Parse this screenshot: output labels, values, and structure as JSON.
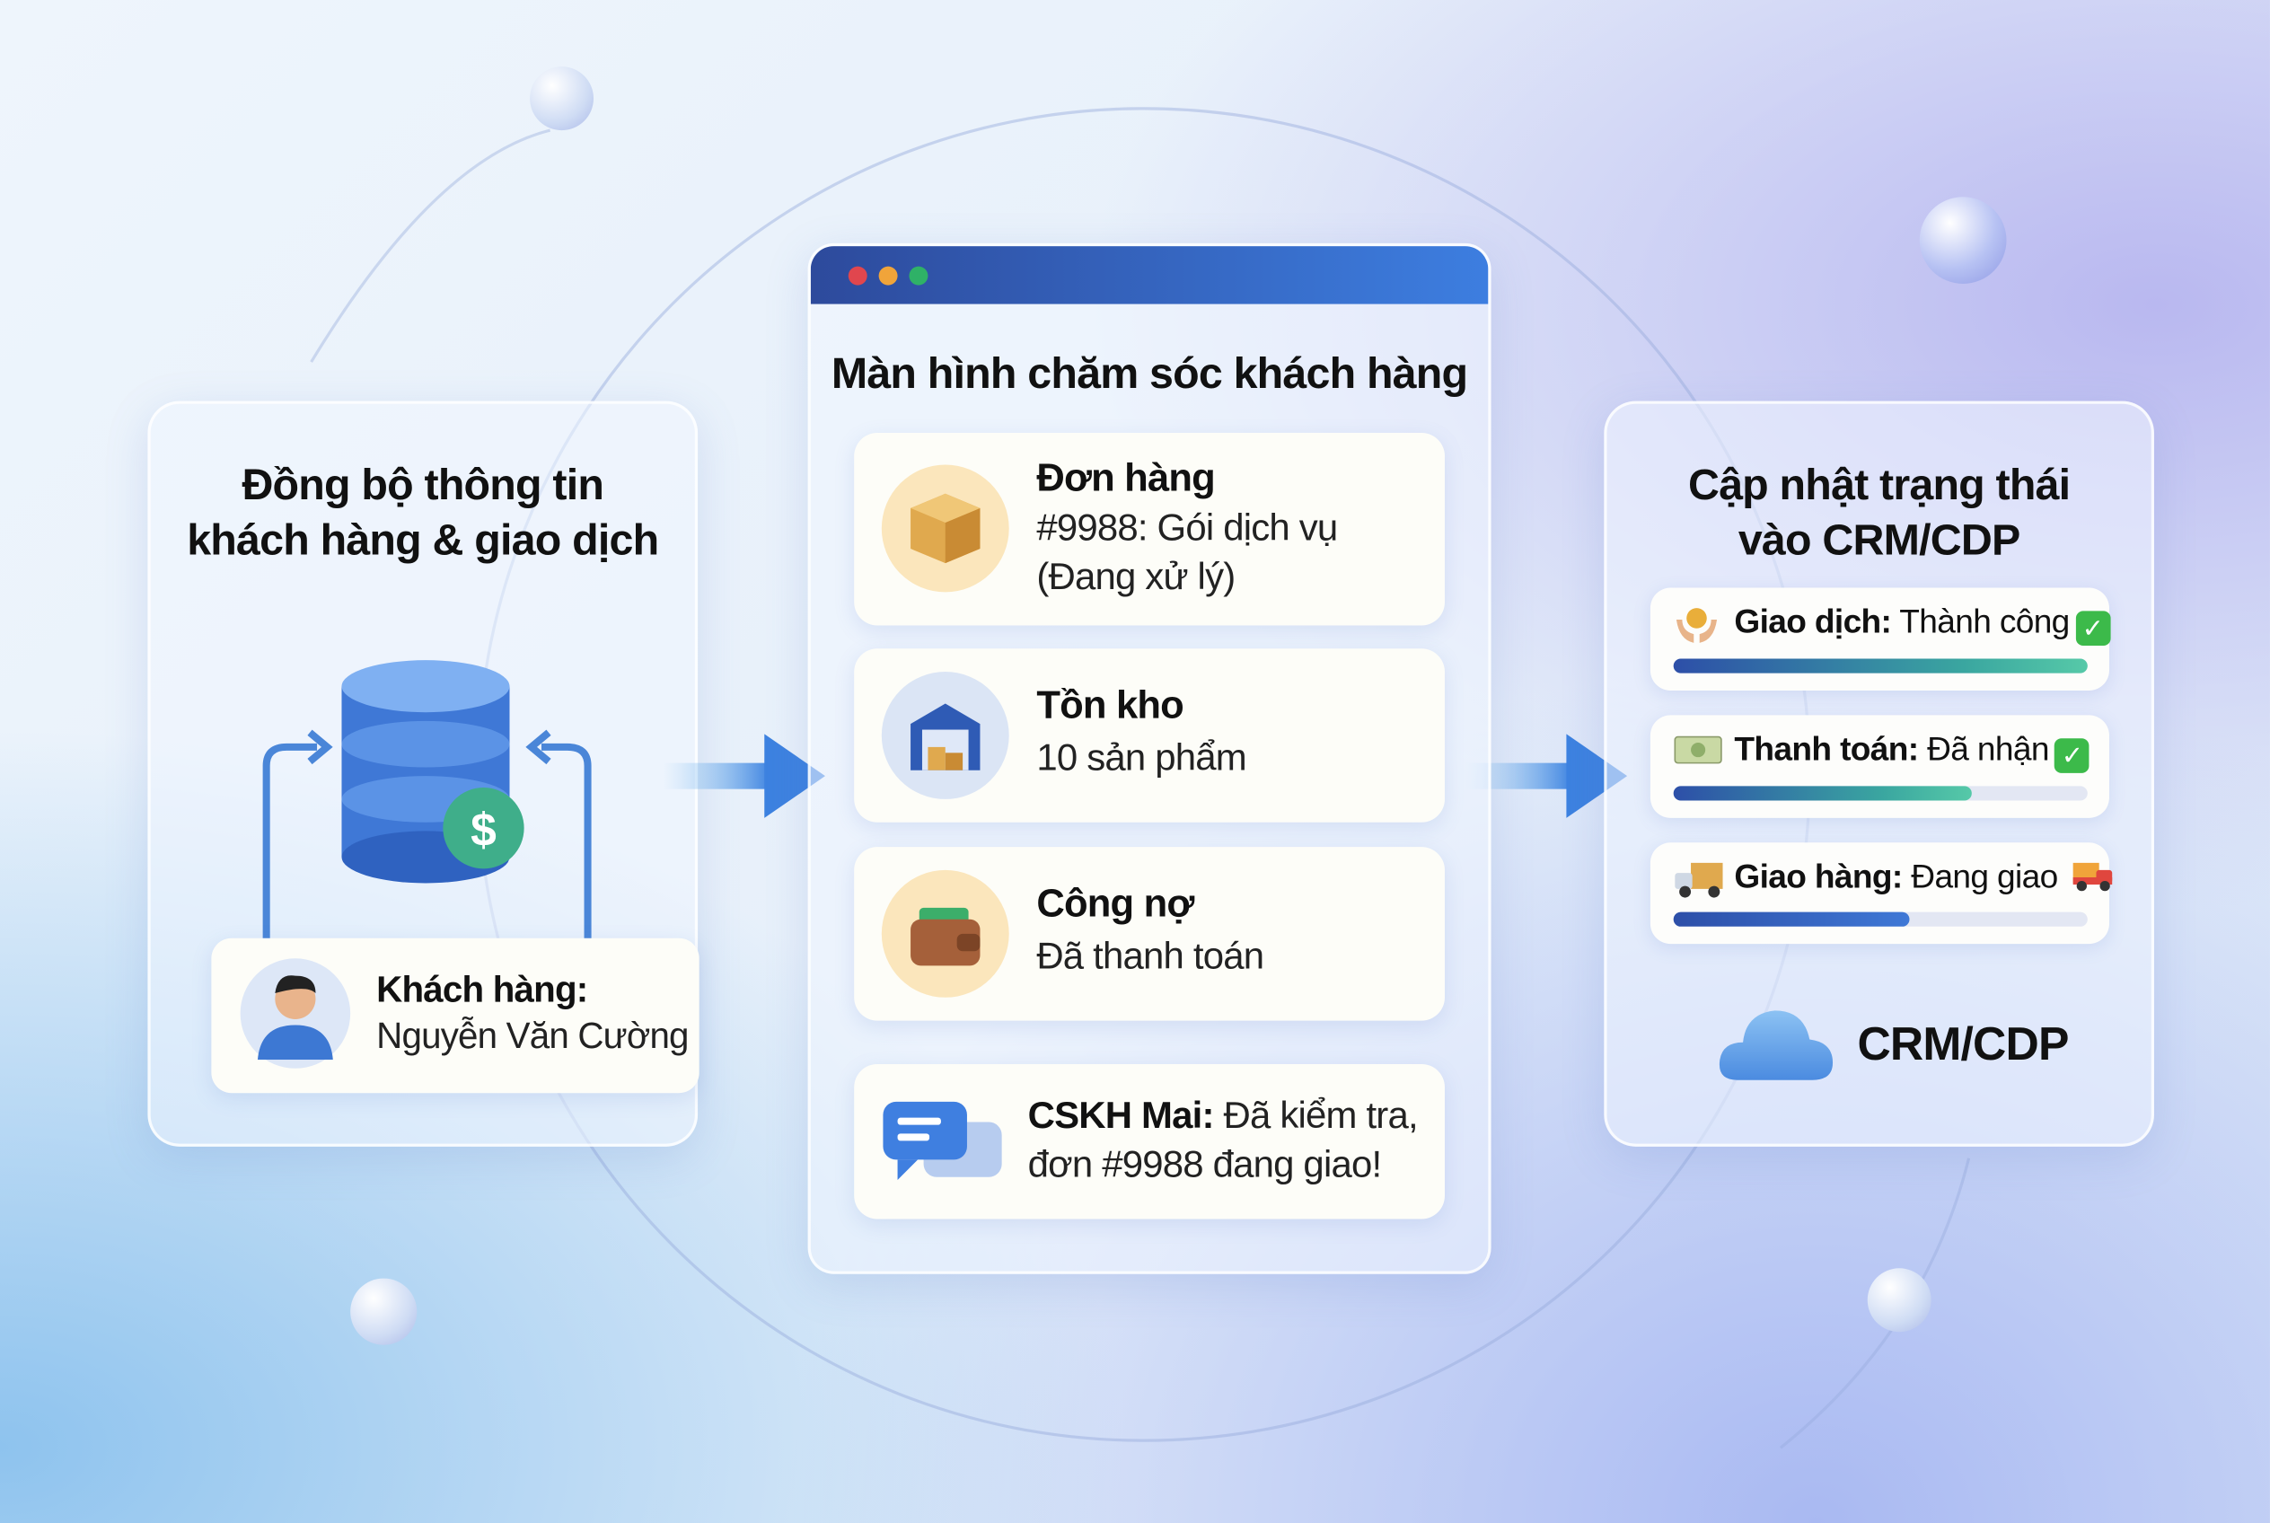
{
  "left_panel": {
    "title_line1": "Đồng bộ thông tin",
    "title_line2": "khách hàng & giao dịch",
    "customer_label": "Khách hàng:",
    "customer_name": "Nguyễn Văn Cường",
    "coin_symbol": "$"
  },
  "center_window": {
    "title": "Màn hình chăm sóc khách hàng",
    "cards": [
      {
        "icon": "package-box-icon",
        "title": "Đơn hàng",
        "line1": "#9988: Gói dịch vụ",
        "line2": "(Đang xử lý)"
      },
      {
        "icon": "warehouse-icon",
        "title": "Tồn kho",
        "line1": "10 sản phẩm"
      },
      {
        "icon": "wallet-icon",
        "title": "Công nợ",
        "line1": "Đã thanh toán"
      }
    ],
    "chat": {
      "icon": "chat-bubbles-icon",
      "agent": "CSKH Mai:",
      "line1": " Đã kiểm tra,",
      "line2": "đơn #9988 đang giao!"
    }
  },
  "right_panel": {
    "title_line1": "Cập nhật trạng thái",
    "title_line2": "vào CRM/CDP",
    "statuses": [
      {
        "icon": "coin-hands-icon",
        "label": "Giao dịch:",
        "value": "Thành công",
        "check": "✓",
        "progress": 1.0
      },
      {
        "icon": "banknote-icon",
        "label": "Thanh toán:",
        "value": "Đã nhận",
        "check": "✓",
        "progress": 0.72
      },
      {
        "icon": "delivery-truck-icon",
        "label": "Giao hàng:",
        "value": "Đang giao",
        "progress": 0.57
      }
    ],
    "crm_label": "CRM/CDP"
  },
  "colors": {
    "accent": "#3a78d8",
    "titlebar": "#2f5fc4",
    "check": "#3cba4a"
  }
}
